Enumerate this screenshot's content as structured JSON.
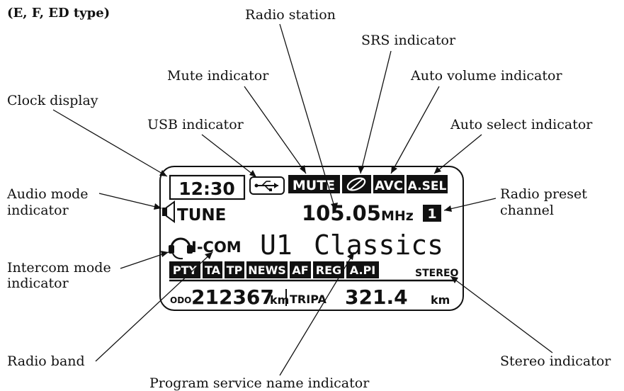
{
  "title": "(E, F, ED type)",
  "callouts": {
    "radio_station": "Radio station",
    "srs_indicator": "SRS indicator",
    "mute_indicator": "Mute indicator",
    "auto_volume_indicator": "Auto volume indicator",
    "clock_display": "Clock display",
    "usb_indicator": "USB indicator",
    "auto_select_indicator": "Auto select indicator",
    "audio_mode_line1": "Audio  mode",
    "audio_mode_line2": "indicator",
    "radio_preset_line1": "Radio preset",
    "radio_preset_line2": "channel",
    "intercom_line1": "Intercom mode",
    "intercom_line2": "indicator",
    "radio_band": "Radio band",
    "stereo_indicator": "Stereo indicator",
    "program_service": "Program service name indicator"
  },
  "display": {
    "clock": "12:30",
    "mute": "MUTE",
    "avc": "AVC",
    "asel": "A.SEL",
    "audio_mode": "TUNE",
    "frequency": "105.05",
    "unit": "MHz",
    "preset": "1",
    "intercom": "I-COM",
    "band": "U1",
    "ps_name": "Classics",
    "rds_flags": [
      "PTY",
      "TA",
      "TP",
      "NEWS",
      "AF",
      "REG",
      "A.PI"
    ],
    "stereo": "STEREO",
    "odo_label": "ODO",
    "odo_value": "212367",
    "odo_unit": "km",
    "trip_label": "TRIPA",
    "trip_value": "321.4",
    "trip_unit": "km"
  },
  "icons": [
    "usb-icon",
    "speaker-icon",
    "headset-icon",
    "srs-icon"
  ]
}
